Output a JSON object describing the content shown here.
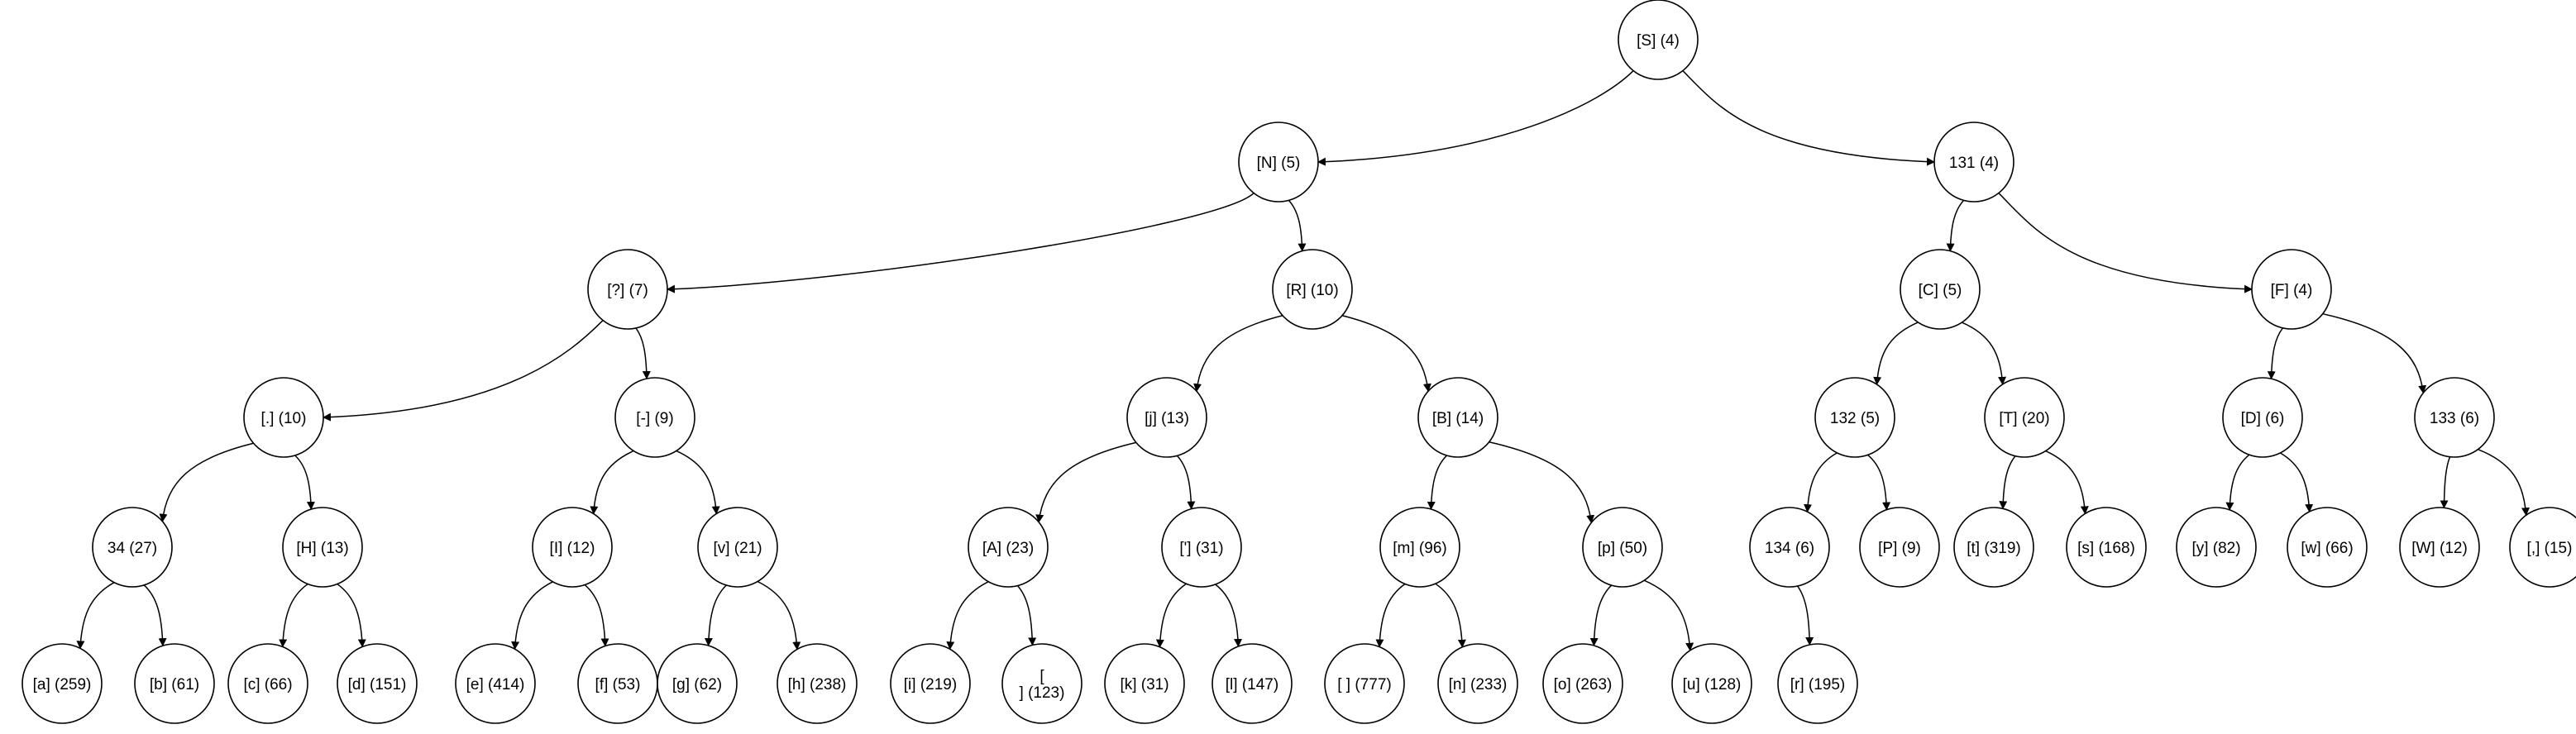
{
  "nodes": [
    {
      "id": "n0",
      "label": "[S] (4)"
    },
    {
      "id": "n1",
      "label": "[N] (5)"
    },
    {
      "id": "n2",
      "label": "131 (4)"
    },
    {
      "id": "n3",
      "label": "[?] (7)"
    },
    {
      "id": "n4",
      "label": "[R] (10)"
    },
    {
      "id": "n5",
      "label": "[C] (5)"
    },
    {
      "id": "n6",
      "label": "[F] (4)"
    },
    {
      "id": "n7",
      "label": "[.] (10)"
    },
    {
      "id": "n8",
      "label": "[-] (9)"
    },
    {
      "id": "n9",
      "label": "[j] (13)"
    },
    {
      "id": "n10",
      "label": "[B] (14)"
    },
    {
      "id": "n11",
      "label": "132 (5)"
    },
    {
      "id": "n12",
      "label": "[T] (20)"
    },
    {
      "id": "n13",
      "label": "[D] (6)"
    },
    {
      "id": "n14",
      "label": "133 (6)"
    },
    {
      "id": "n15",
      "label": "34 (27)"
    },
    {
      "id": "n16",
      "label": "[H] (13)"
    },
    {
      "id": "n17",
      "label": "[I] (12)"
    },
    {
      "id": "n18",
      "label": "[v] (21)"
    },
    {
      "id": "n19",
      "label": "[A] (23)"
    },
    {
      "id": "n20",
      "label": "['] (31)"
    },
    {
      "id": "n21",
      "label": "[m] (96)"
    },
    {
      "id": "n22",
      "label": "[p] (50)"
    },
    {
      "id": "n23",
      "label": "134 (6)"
    },
    {
      "id": "n24",
      "label": "[P] (9)"
    },
    {
      "id": "n25",
      "label": "[t] (319)"
    },
    {
      "id": "n26",
      "label": "[s] (168)"
    },
    {
      "id": "n27",
      "label": "[y] (82)"
    },
    {
      "id": "n28",
      "label": "[w] (66)"
    },
    {
      "id": "n29",
      "label": "[W] (12)"
    },
    {
      "id": "n30",
      "label": "[,] (15)"
    },
    {
      "id": "n31",
      "label": "[a] (259)"
    },
    {
      "id": "n32",
      "label": "[b] (61)"
    },
    {
      "id": "n33",
      "label": "[c] (66)"
    },
    {
      "id": "n34",
      "label": "[d] (151)"
    },
    {
      "id": "n35",
      "label": "[e] (414)"
    },
    {
      "id": "n36",
      "label": "[f] (53)"
    },
    {
      "id": "n37",
      "label": "[g] (62)"
    },
    {
      "id": "n38",
      "label": "[h] (238)"
    },
    {
      "id": "n39",
      "label": "[i] (219)"
    },
    {
      "id": "n40",
      "label": [
        "[",
        "] (123)"
      ]
    },
    {
      "id": "n41",
      "label": "[k] (31)"
    },
    {
      "id": "n42",
      "label": "[l] (147)"
    },
    {
      "id": "n43",
      "label": "[ ] (777)"
    },
    {
      "id": "n44",
      "label": "[n] (233)"
    },
    {
      "id": "n45",
      "label": "[o] (263)"
    },
    {
      "id": "n46",
      "label": "[u] (128)"
    },
    {
      "id": "n47",
      "label": "[r] (195)"
    }
  ],
  "edges": [
    [
      "n0",
      "n1"
    ],
    [
      "n0",
      "n2"
    ],
    [
      "n1",
      "n3"
    ],
    [
      "n1",
      "n4"
    ],
    [
      "n2",
      "n5"
    ],
    [
      "n2",
      "n6"
    ],
    [
      "n3",
      "n7"
    ],
    [
      "n3",
      "n8"
    ],
    [
      "n4",
      "n9"
    ],
    [
      "n4",
      "n10"
    ],
    [
      "n5",
      "n11"
    ],
    [
      "n5",
      "n12"
    ],
    [
      "n6",
      "n13"
    ],
    [
      "n6",
      "n14"
    ],
    [
      "n7",
      "n15"
    ],
    [
      "n7",
      "n16"
    ],
    [
      "n8",
      "n17"
    ],
    [
      "n8",
      "n18"
    ],
    [
      "n9",
      "n19"
    ],
    [
      "n9",
      "n20"
    ],
    [
      "n10",
      "n21"
    ],
    [
      "n10",
      "n22"
    ],
    [
      "n11",
      "n23"
    ],
    [
      "n11",
      "n24"
    ],
    [
      "n12",
      "n25"
    ],
    [
      "n12",
      "n26"
    ],
    [
      "n13",
      "n27"
    ],
    [
      "n13",
      "n28"
    ],
    [
      "n14",
      "n29"
    ],
    [
      "n14",
      "n30"
    ],
    [
      "n15",
      "n31"
    ],
    [
      "n15",
      "n32"
    ],
    [
      "n16",
      "n33"
    ],
    [
      "n16",
      "n34"
    ],
    [
      "n17",
      "n35"
    ],
    [
      "n17",
      "n36"
    ],
    [
      "n18",
      "n37"
    ],
    [
      "n18",
      "n38"
    ],
    [
      "n19",
      "n39"
    ],
    [
      "n19",
      "n40"
    ],
    [
      "n20",
      "n41"
    ],
    [
      "n20",
      "n42"
    ],
    [
      "n21",
      "n43"
    ],
    [
      "n21",
      "n44"
    ],
    [
      "n22",
      "n45"
    ],
    [
      "n22",
      "n46"
    ],
    [
      "n23",
      "n47"
    ]
  ]
}
